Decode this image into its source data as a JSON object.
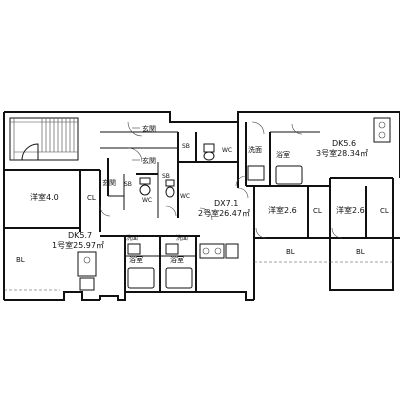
{
  "units": [
    {
      "layout": "DK5.7",
      "unit": "1号室25.97㎡"
    },
    {
      "layout": "DX7.1",
      "unit": "2号室26.47㎡"
    },
    {
      "layout": "DK5.6",
      "unit": "3号室28.34㎡"
    }
  ],
  "rooms": {
    "western_room_1": "洋室4.0",
    "western_room_2": "洋室2.6",
    "western_room_3": "洋室2.6"
  },
  "labels": {
    "entrance": "玄関",
    "sb": "SB",
    "wc": "WC",
    "washroom": "洗面",
    "bathroom": "浴室",
    "closet": "CL",
    "balcony": "BL"
  }
}
